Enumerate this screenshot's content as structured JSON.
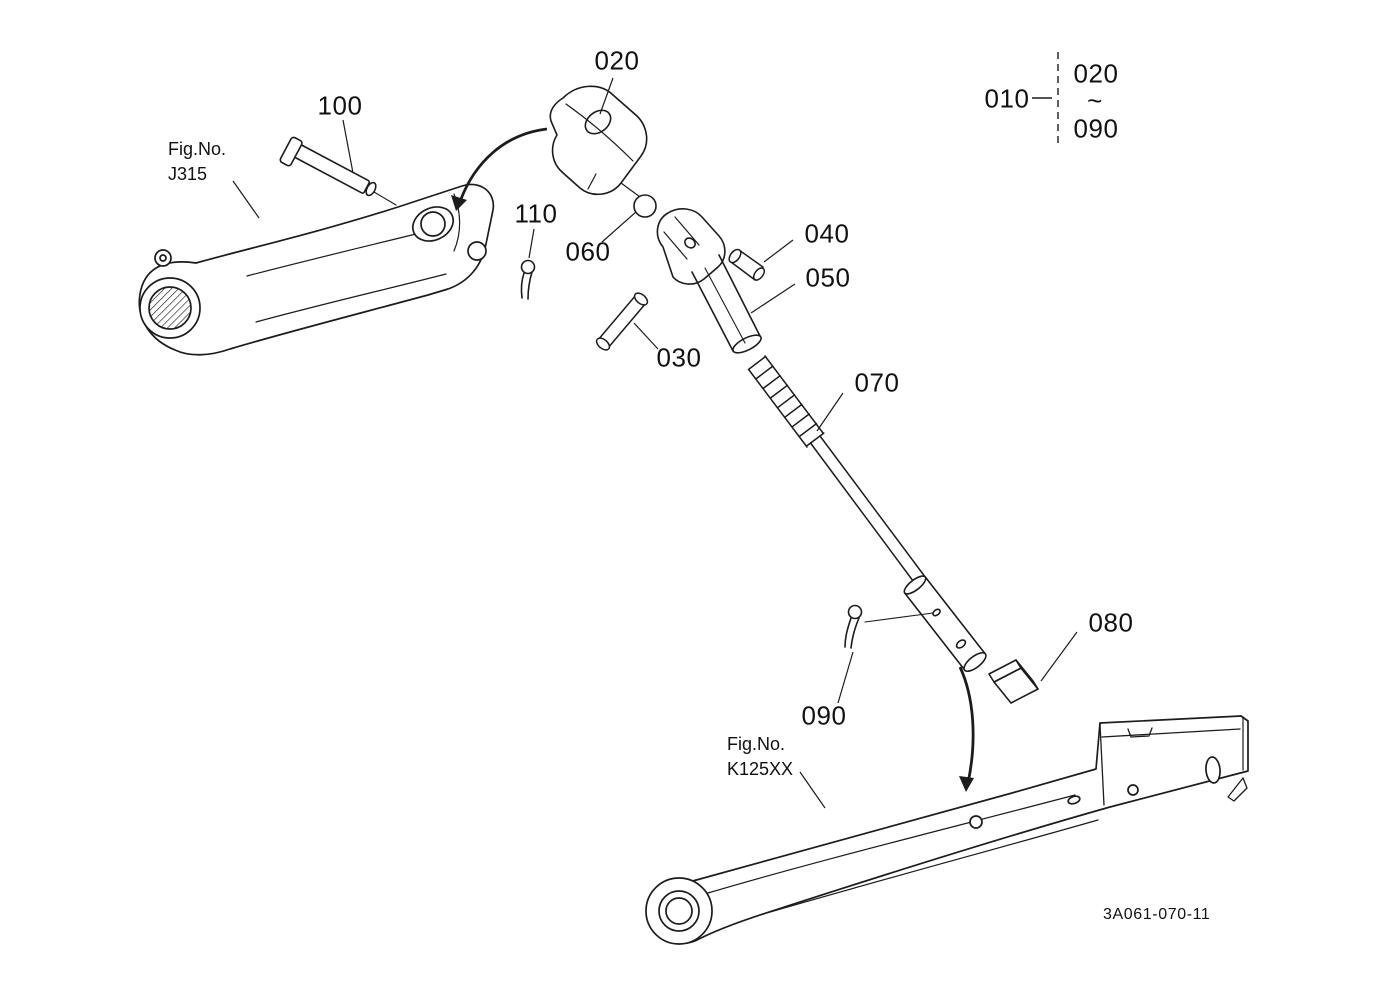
{
  "diagram": {
    "drawing_number": "3A061-070-11",
    "group_reference": {
      "label": "010",
      "range_start": "020",
      "tilde": "~",
      "range_end": "090"
    },
    "callouts": {
      "c020": "020",
      "c030": "030",
      "c040": "040",
      "c050": "050",
      "c060": "060",
      "c070": "070",
      "c080": "080",
      "c090": "090",
      "c100": "100",
      "c110": "110"
    },
    "figure_references": {
      "j315": {
        "prefix": "Fig.No.",
        "code": "J315"
      },
      "k125xx": {
        "prefix": "Fig.No.",
        "code": "K125XX"
      }
    },
    "colors": {
      "line": "#1c1c1c",
      "text": "#111111",
      "background": "#ffffff"
    }
  }
}
